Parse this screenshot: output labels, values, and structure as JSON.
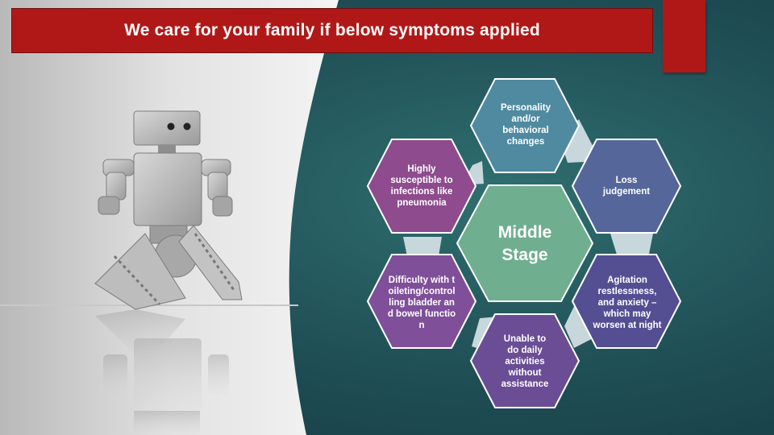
{
  "slide": {
    "title": "We care for your family if below symptoms applied",
    "center": "Middle Stage",
    "symptoms": [
      "Personality and/or behavioral changes",
      "Loss judgement",
      "Agitation restlessness, and anxiety – which may worsen at night",
      "Unable to do daily activities without assistance",
      "Difficulty with toileting/controlling bladder and bowel function",
      "Highly susceptible to infections like pneumonia"
    ]
  },
  "colors": {
    "title_bar": "#b01818",
    "background_teal": "#1f4e55",
    "center_hex": "#6fae8f",
    "hex_personality": "#4f8aa0",
    "hex_loss": "#55669a",
    "hex_agitation": "#544f93",
    "hex_unable": "#6a4d95",
    "hex_difficulty": "#7f4f9a",
    "hex_infections": "#8e4b8e"
  },
  "images": {
    "robot_photo": "robot-figure-image"
  }
}
